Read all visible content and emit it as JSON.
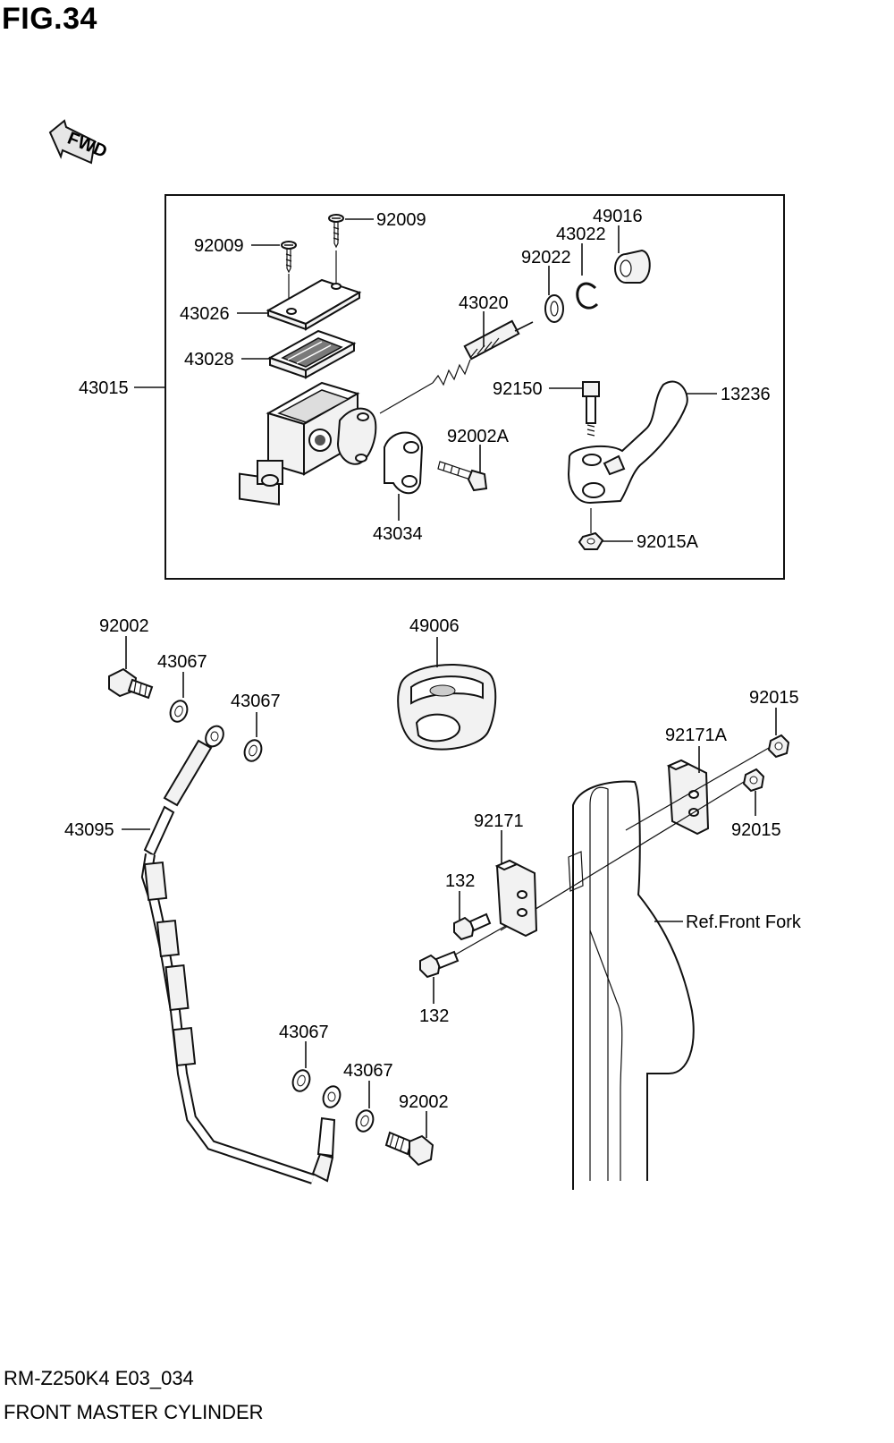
{
  "figure_title": "FIG.34",
  "direction_marker": "FWD",
  "model_code": "RM-Z250K4 E03_034",
  "diagram_name": "FRONT MASTER CYLINDER",
  "assembly": {
    "number": "43015"
  },
  "callouts": {
    "screw_upper": "92009",
    "screw_lower": "92009",
    "cap": "43026",
    "diaphragm": "43028",
    "piston_kit": "43020",
    "washer_92022": "92022",
    "circlip": "43022",
    "boot": "49016",
    "pivot_bolt": "92150",
    "lever": "13236",
    "holder_bolt": "92002A",
    "holder": "43034",
    "lever_nut": "92015A",
    "banjo_bolt_top": "92002",
    "gasket_top_a": "43067",
    "gasket_top_b": "43067",
    "hose": "43095",
    "lever_guard": "49006",
    "nut_top": "92015",
    "clamp_a": "92171A",
    "nut_bottom": "92015",
    "clamp": "92171",
    "bolt_upper": "132",
    "bolt_lower": "132",
    "fork_ref": "Ref.Front Fork",
    "gasket_bottom_a": "43067",
    "gasket_bottom_b": "43067",
    "banjo_bolt_bottom": "92002"
  }
}
